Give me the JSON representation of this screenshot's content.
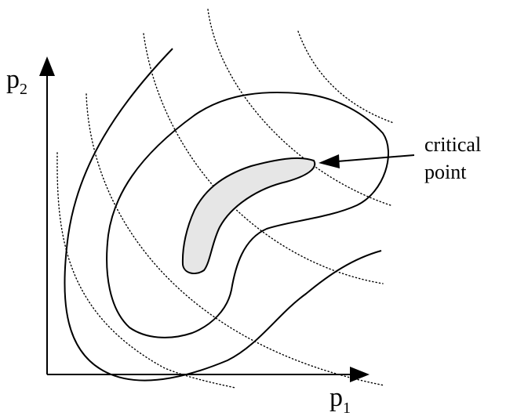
{
  "axes": {
    "x_label": {
      "main": "p",
      "subscript": "1"
    },
    "y_label": {
      "main": "p",
      "subscript": "2"
    }
  },
  "annotation": {
    "line1": "critical",
    "line2": "point"
  },
  "colors": {
    "stroke": "#000000",
    "shaded_region": "#e6e6e6",
    "background": "#ffffff"
  }
}
